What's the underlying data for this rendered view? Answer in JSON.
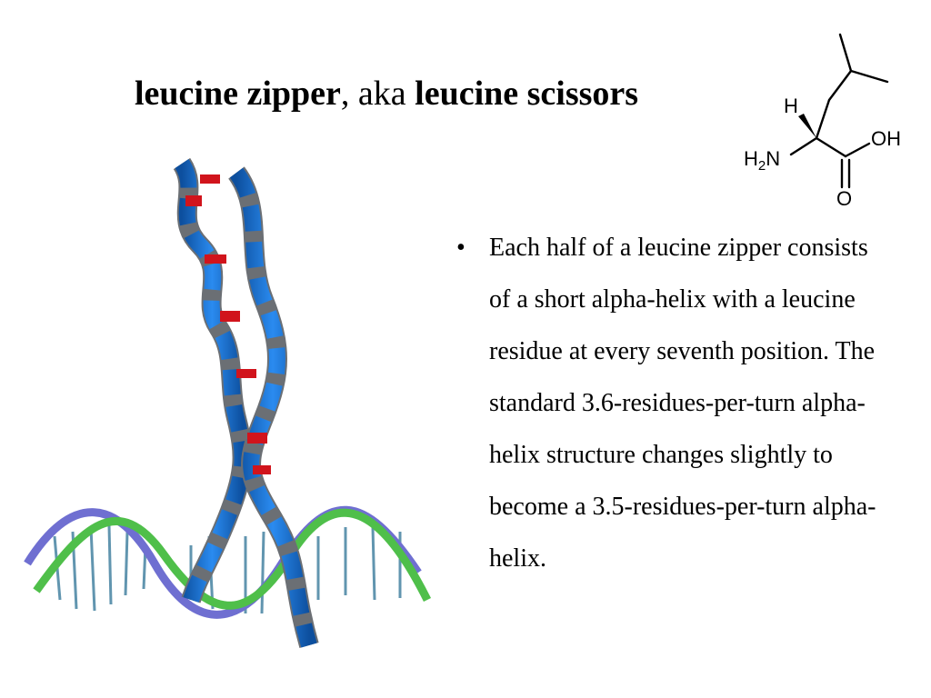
{
  "slide": {
    "title_part1": "leucine zipper",
    "title_sep": ", aka ",
    "title_part2": "leucine scissors",
    "bullet_glyph": "•",
    "bullets": [
      "Each half of a leucine zipper consists of a short alpha-helix with a leucine residue at every seventh position. The standard 3.6-residues-per-turn alpha-helix structure changes slightly to become a 3.5-residues-per-turn alpha-helix."
    ]
  },
  "molecule": {
    "label_h": "H",
    "label_oh": "OH",
    "label_o": "O",
    "label_n": "N",
    "label_h2": "H",
    "label_sub2": "2"
  },
  "colors": {
    "helix_blue": "#1f78d6",
    "helix_grey": "#6b6f74",
    "leucine_red": "#d1141c",
    "dna_green": "#4fbf4a",
    "dna_purple": "#6f6fd1"
  }
}
